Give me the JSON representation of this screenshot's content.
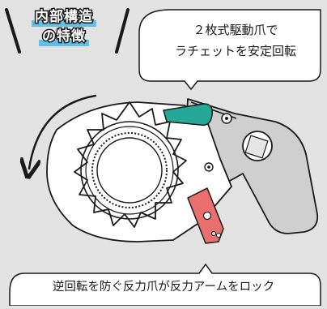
{
  "heading": {
    "line1": "内部構造",
    "line2": "の特徴"
  },
  "callouts": {
    "top_line1": "２枚式駆動爪で",
    "top_line2": "ラチェットを安定回転",
    "bottom": "逆回転を防ぐ反力爪が反力アームをロック"
  },
  "colors": {
    "background": "#e3e3e3",
    "outline": "#1a1a1a",
    "body": "#ffffff",
    "arm": "#cfcfcf",
    "drive_pawl": "#26a898",
    "reaction_pawl": "#ec6f6f",
    "heading_highlight": "#5fc0e8"
  }
}
